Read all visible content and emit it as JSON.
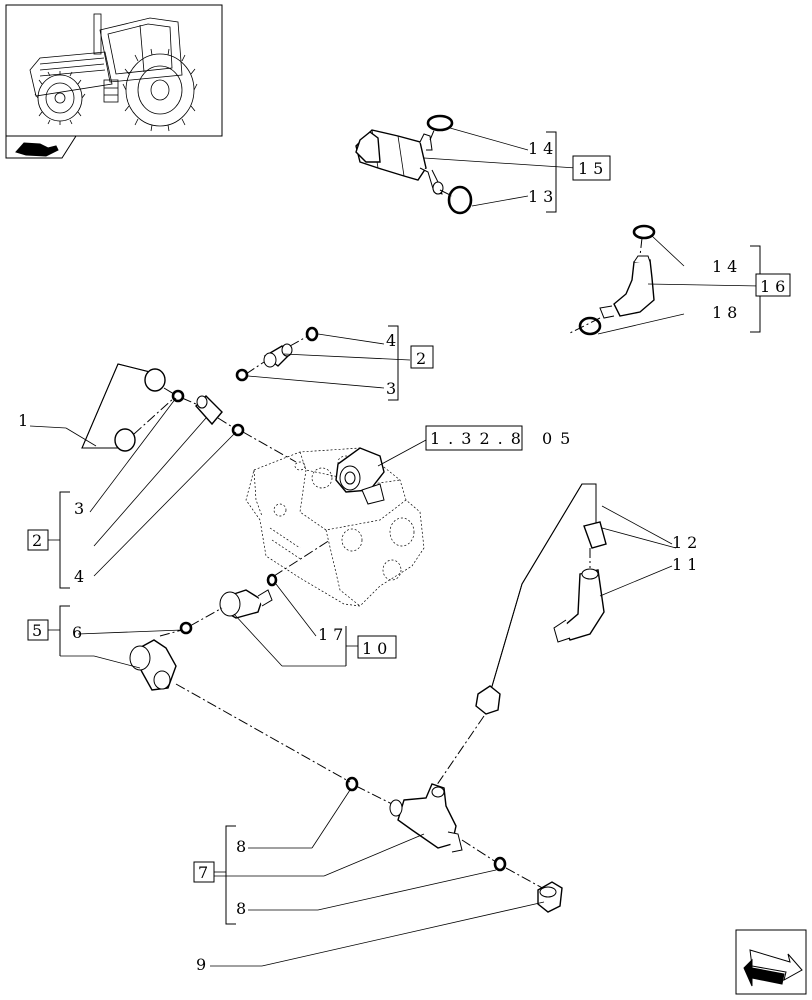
{
  "callouts": {
    "c1": "1",
    "c2a": "2",
    "c2b": "2",
    "c3a": "3",
    "c3b": "3",
    "c4a": "4",
    "c4b": "4",
    "c5": "5",
    "c6": "6",
    "c7": "7",
    "c8a": "8",
    "c8b": "8",
    "c9": "9",
    "c10": "10",
    "c11": "11",
    "c12": "12",
    "c13": "13",
    "c14a": "14",
    "c14b": "14",
    "c15": "15",
    "c16": "16",
    "c17": "17",
    "c18": "18",
    "ref": "1.32.8 05"
  },
  "nav": {
    "thumbnail_icon": "tractor-thumbnail",
    "book_icon": "catalog-book-icon",
    "next_icon": "next-page-arrow-icon"
  }
}
